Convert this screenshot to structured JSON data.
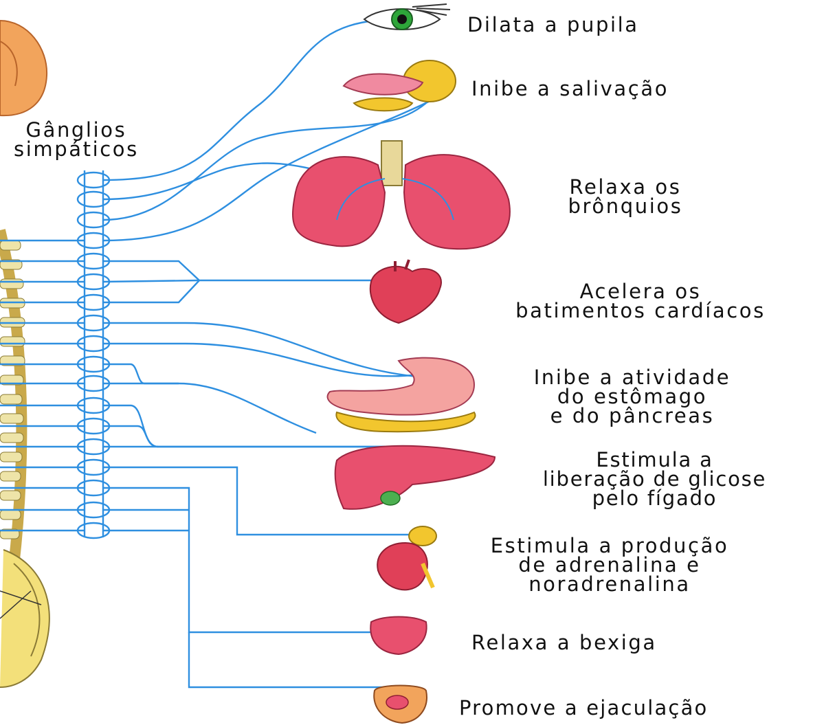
{
  "ganglia_label": [
    "Gânglios",
    "simpáticos"
  ],
  "effects": [
    {
      "organ": "eye",
      "lines": [
        "Dilata a pupila"
      ]
    },
    {
      "organ": "salivary-glands",
      "lines": [
        "Inibe a salivação"
      ]
    },
    {
      "organ": "lungs",
      "lines": [
        "Relaxa os",
        "brônquios"
      ]
    },
    {
      "organ": "heart",
      "lines": [
        "Acelera os",
        "batimentos cardíacos"
      ]
    },
    {
      "organ": "stomach-pancreas",
      "lines": [
        "Inibe a atividade",
        "do estômago",
        "e do pâncreas"
      ]
    },
    {
      "organ": "liver",
      "lines": [
        "Estimula a",
        "liberação de glicose",
        "pelo fígado"
      ]
    },
    {
      "organ": "adrenal-kidney",
      "lines": [
        "Estimula a produção",
        "de adrenalina e",
        "noradrenalina"
      ]
    },
    {
      "organ": "bladder",
      "lines": [
        "Relaxa a bexiga"
      ]
    },
    {
      "organ": "reproductive",
      "lines": [
        "Promove a ejaculação"
      ]
    }
  ],
  "colors": {
    "nerve": "#2e8fe0",
    "organ_pink": "#e8506e",
    "organ_yellow": "#f2c62e",
    "spine": "#d9c97a"
  }
}
